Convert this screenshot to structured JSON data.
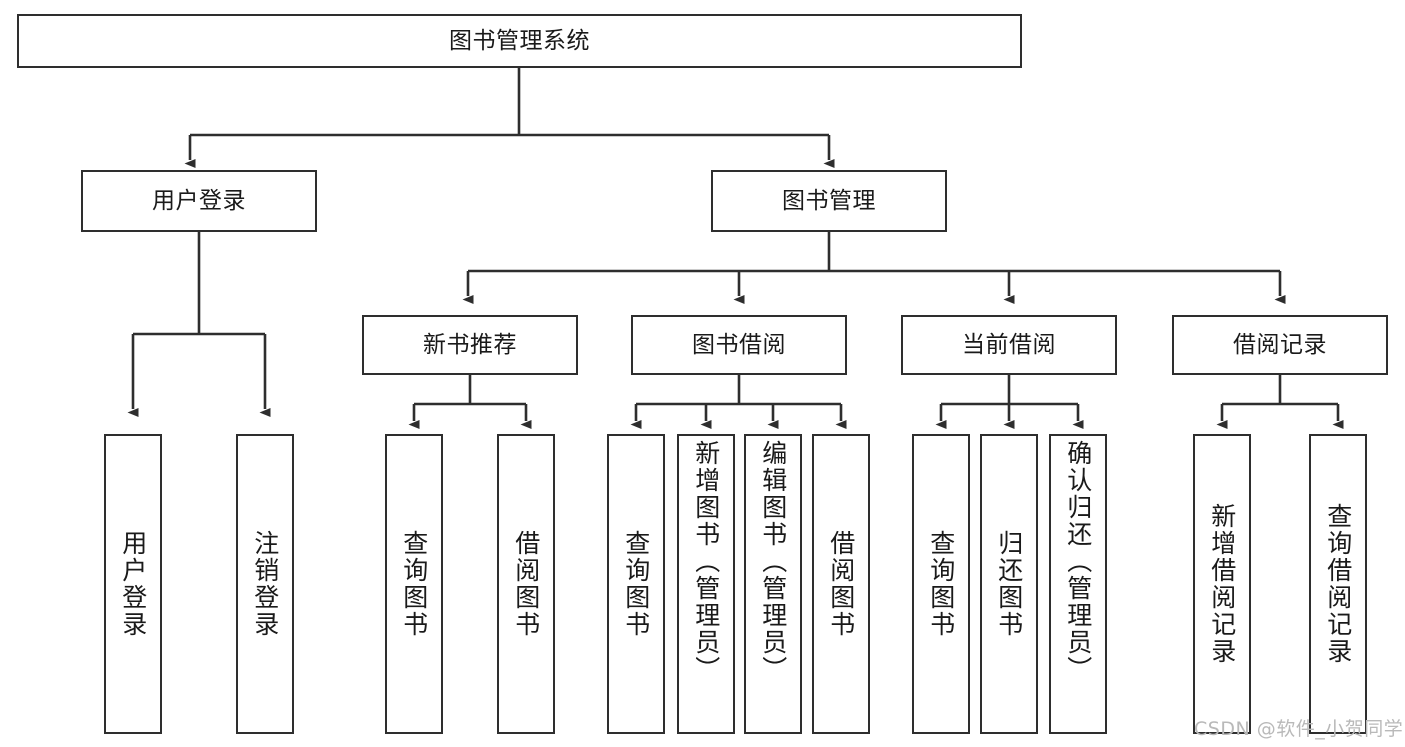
{
  "diagram": {
    "title": "图书管理系统",
    "type": "tree-hierarchy",
    "watermark": "CSDN @软件_小贺同学",
    "colors": {
      "node_border": "#2e2e2e",
      "node_fill": "#ffffff",
      "edge": "#2e2e2e",
      "text": "#1a1a1a",
      "watermark": "#b9b9b9",
      "background": "#ffffff"
    }
  },
  "nodes": {
    "root": {
      "label": "图书管理系统"
    },
    "level2": [
      {
        "label": "用户登录"
      },
      {
        "label": "图书管理"
      }
    ],
    "level3": [
      {
        "label": "新书推荐"
      },
      {
        "label": "图书借阅"
      },
      {
        "label": "当前借阅"
      },
      {
        "label": "借阅记录"
      }
    ],
    "leaves": {
      "user_login": [
        {
          "label": "用户登录"
        },
        {
          "label": "注销登录"
        }
      ],
      "new_book_recommend": [
        {
          "label": "查询图书"
        },
        {
          "label": "借阅图书"
        }
      ],
      "book_borrow": [
        {
          "label": "查询图书"
        },
        {
          "label": "新增图书（管理员）"
        },
        {
          "label": "编辑图书（管理员）"
        },
        {
          "label": "借阅图书"
        }
      ],
      "current_borrow": [
        {
          "label": "查询图书"
        },
        {
          "label": "归还图书"
        },
        {
          "label": "确认归还（管理员）"
        }
      ],
      "borrow_record": [
        {
          "label": "新增借阅记录"
        },
        {
          "label": "查询借阅记录"
        }
      ]
    }
  }
}
